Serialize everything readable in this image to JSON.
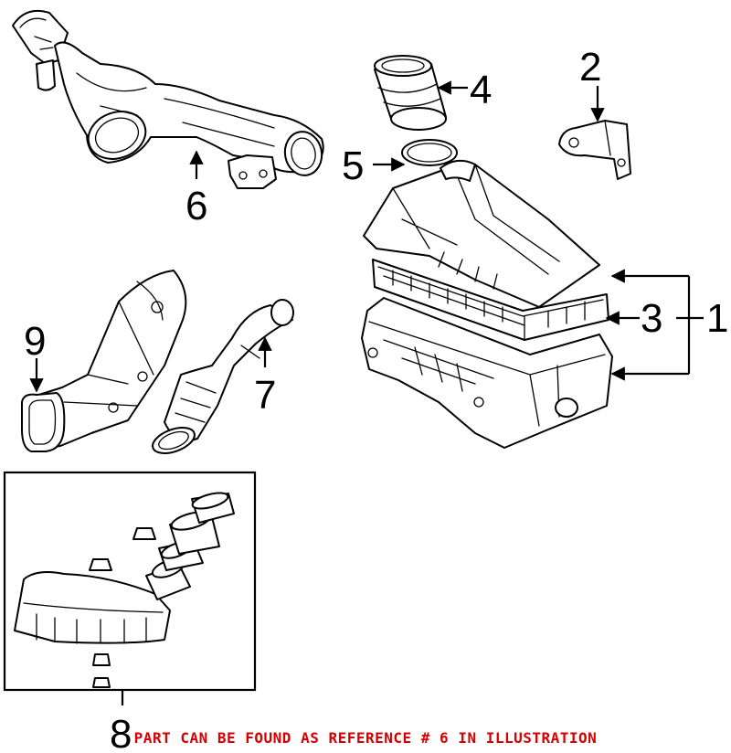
{
  "callouts": {
    "c1": "1",
    "c2": "2",
    "c3": "3",
    "c4": "4",
    "c5": "5",
    "c6": "6",
    "c7": "7",
    "c8": "8",
    "c9": "9"
  },
  "footer_note": "PART CAN BE FOUND AS REFERENCE # 6 IN ILLUSTRATION",
  "colors": {
    "line": "#000000",
    "note": "#d60000",
    "background": "#ffffff"
  }
}
